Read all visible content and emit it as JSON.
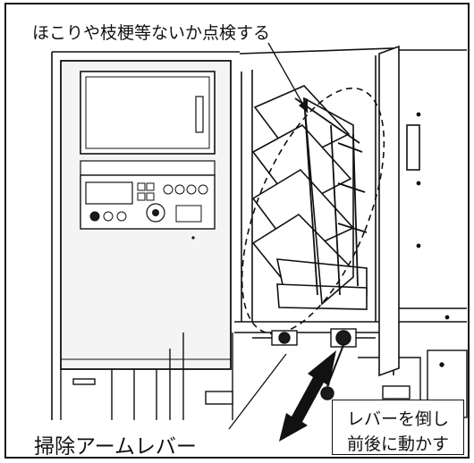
{
  "callouts": {
    "inspect": "ほこりや枝梗等ないか点検する",
    "cleaning_arm_lever": "掃除アームレバー",
    "instruction_line1": "レバーを倒し",
    "instruction_line2": "前後に動かす"
  },
  "colors": {
    "line": "#111111",
    "frame": "#111111",
    "background": "#ffffff",
    "panel_fill": "#f4f4f4",
    "dark_fill": "#1a1a1a"
  },
  "icons": {
    "motion_arrow": "double-headed-arrow-icon",
    "inspection_zone": "dashed-ellipse-icon"
  }
}
